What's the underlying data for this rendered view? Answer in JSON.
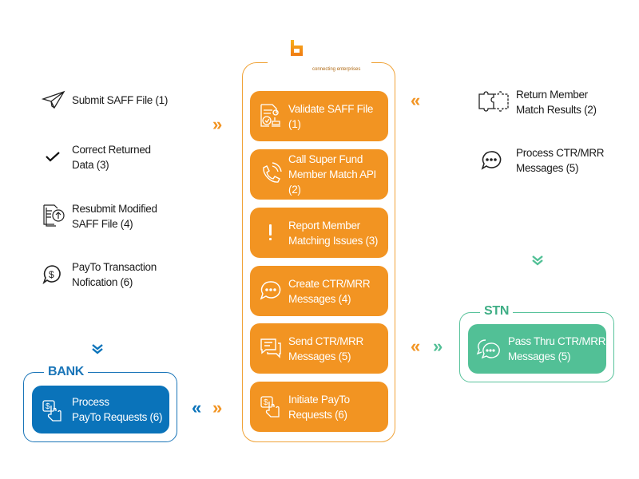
{
  "brand": {
    "tagline": "connecting enterprises",
    "primary_color": "#f29422",
    "bank_color": "#0a73ba",
    "stn_color": "#52c096"
  },
  "center_steps": [
    {
      "icon": "document-stamp-icon",
      "line1": "Validate SAFF File (1)",
      "line2": ""
    },
    {
      "icon": "phone-call-icon",
      "line1": "Call Super Fund",
      "line2": "Member Match API (2)"
    },
    {
      "icon": "exclamation-icon",
      "line1": "Report Member",
      "line2": "Matching Issues (3)"
    },
    {
      "icon": "chat-bubble-icon",
      "line1": "Create CTR/MRR",
      "line2": "Messages (4)"
    },
    {
      "icon": "message-lines-icon",
      "line1": "Send CTR/MRR",
      "line2": "Messages (5)"
    },
    {
      "icon": "dollar-tap-icon",
      "line1": "Initiate PayTo",
      "line2": "Requests (6)"
    }
  ],
  "left_items": [
    {
      "icon": "paper-plane-icon",
      "line1": "Submit SAFF File (1)",
      "line2": ""
    },
    {
      "icon": "checkmark-icon",
      "line1": "Correct Returned",
      "line2": "Data (3)"
    },
    {
      "icon": "file-upload-icon",
      "line1": "Resubmit Modified",
      "line2": "SAFF File (4)"
    },
    {
      "icon": "dollar-chat-icon",
      "line1": "PayTo Transaction",
      "line2": "Nofication (6)"
    }
  ],
  "right_items": [
    {
      "icon": "puzzle-icon",
      "line1": "Return Member",
      "line2": "Match Results (2)"
    },
    {
      "icon": "chat-bubble-icon",
      "line1": "Process CTR/MRR",
      "line2": "Messages (5)"
    }
  ],
  "bank": {
    "label": "BANK",
    "line1": "Process",
    "line2": "PayTo Requests (6)"
  },
  "stn": {
    "label": "STN",
    "line1": "Pass Thru CTR/MRR",
    "line2": "Messages (5)"
  },
  "arrows": {
    "right": "»",
    "left": "«",
    "down": "⌄"
  }
}
